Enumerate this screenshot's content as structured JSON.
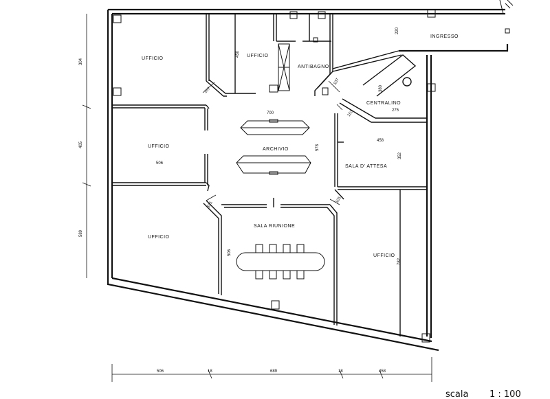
{
  "rooms": {
    "ufficio_nw": "UFFICIO",
    "ufficio_n": "UFFICIO",
    "antibagno": "ANTIBAGNO",
    "ingresso": "INGRESSO",
    "centralino": "CENTRALINO",
    "ufficio_w": "UFFICIO",
    "archivio": "ARCHIVIO",
    "sala_attesa": "SALA  D' ATTESA",
    "ufficio_sw": "UFFICIO",
    "sala_riunione": "SALA  RIUNIONE",
    "ufficio_se": "UFFICIO"
  },
  "dimensions": {
    "left_304": "304",
    "left_405": "405",
    "left_589": "589",
    "d_450": "450",
    "d_107a": "107",
    "d_220": "220",
    "d_380": "380",
    "d_275": "275",
    "d_700": "700",
    "d_153": "153",
    "d_107b": "107",
    "d_458_top": "458",
    "d_352": "352",
    "d_578": "578",
    "d_506_mid": "506",
    "d_101a": "101",
    "d_101b": "101",
    "d_506_v": "506",
    "d_782": "782",
    "bottom_506": "506",
    "bottom_18a": "18",
    "bottom_689": "689",
    "bottom_18b": "18",
    "bottom_458": "458"
  },
  "scale": {
    "label": "scala",
    "value": "1 : 100"
  }
}
